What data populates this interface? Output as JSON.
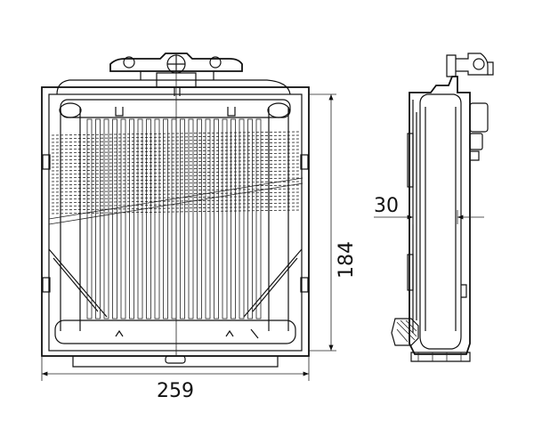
{
  "diagram": {
    "dimensions": {
      "width": "259",
      "height": "184",
      "depth": "30"
    }
  }
}
